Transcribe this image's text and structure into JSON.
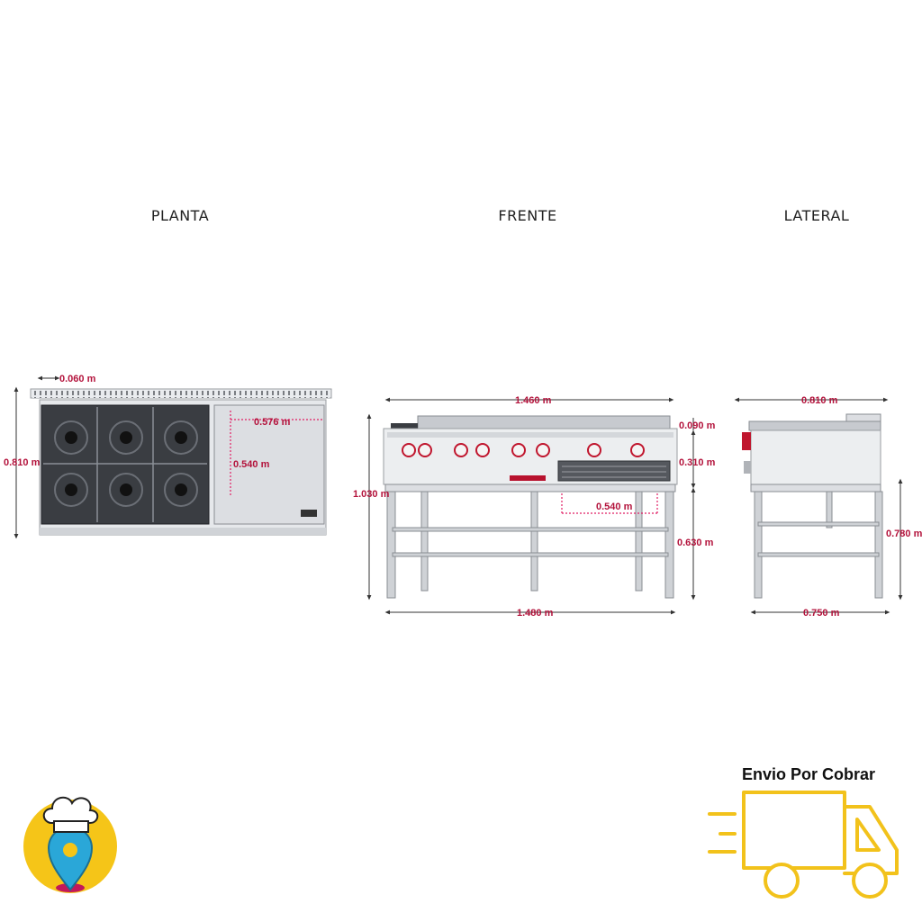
{
  "views": {
    "planta": "PLANTA",
    "frente": "FRENTE",
    "lateral": "LATERAL"
  },
  "dimensions": {
    "planta_edge": "0.060 m",
    "planta_depth": "0.810 m",
    "planta_griddle_width": "0.576 m",
    "planta_griddle_depth": "0.540 m",
    "frente_top_width": "1.460 m",
    "frente_total_height": "1.030 m",
    "frente_backsplash": "0.090 m",
    "frente_body_height": "0.310 m",
    "frente_griddle_width": "0.540 m",
    "frente_leg_height": "0.630 m",
    "frente_base_width": "1.480 m",
    "lateral_top_depth": "0.810 m",
    "lateral_leg_height": "0.780 m",
    "lateral_base_depth": "0.750 m"
  },
  "shipping": {
    "label": "Envio Por Cobrar"
  },
  "colors": {
    "dimension_text": "#b3123b",
    "dimension_guide": "#e11d63",
    "truck_outline": "#f2c21b",
    "logo_circle": "#f5c518",
    "logo_pin": "#2aa7d8"
  },
  "icons": {
    "logo": "chef-hat-location-pin-icon",
    "shipping": "delivery-truck-icon"
  }
}
